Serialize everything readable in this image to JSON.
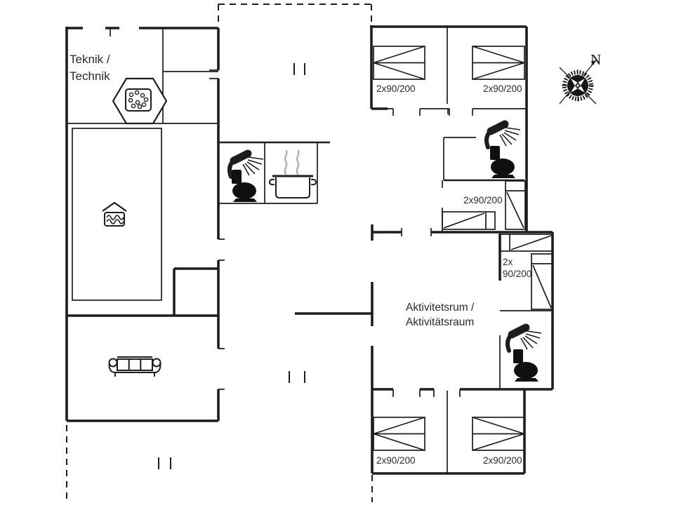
{
  "floorplan": {
    "background_color": "#ffffff",
    "line_color": "#1d1d1d",
    "rooms": {
      "teknik": {
        "line1": "Teknik /",
        "line2": "Technik"
      },
      "activity": {
        "line1": "Aktivitetsrum /",
        "line2": "Aktivitätsraum"
      }
    },
    "beds": {
      "top_left": "2x90/200",
      "top_right": "2x90/200",
      "middle": "2x90/200",
      "small_line1": "2x",
      "small_line2": "90/200",
      "bottom_left": "2x90/200",
      "bottom_right": "2x90/200"
    },
    "compass": {
      "north": "N"
    },
    "icons": [
      "compass-rose-icon",
      "spa-tub-icon",
      "indoor-pool-icon",
      "shower-icon",
      "toilet-icon",
      "cooking-pot-icon",
      "sofa-icon",
      "double-bed-icon",
      "single-bed-icon",
      "door-opening-mark"
    ]
  }
}
